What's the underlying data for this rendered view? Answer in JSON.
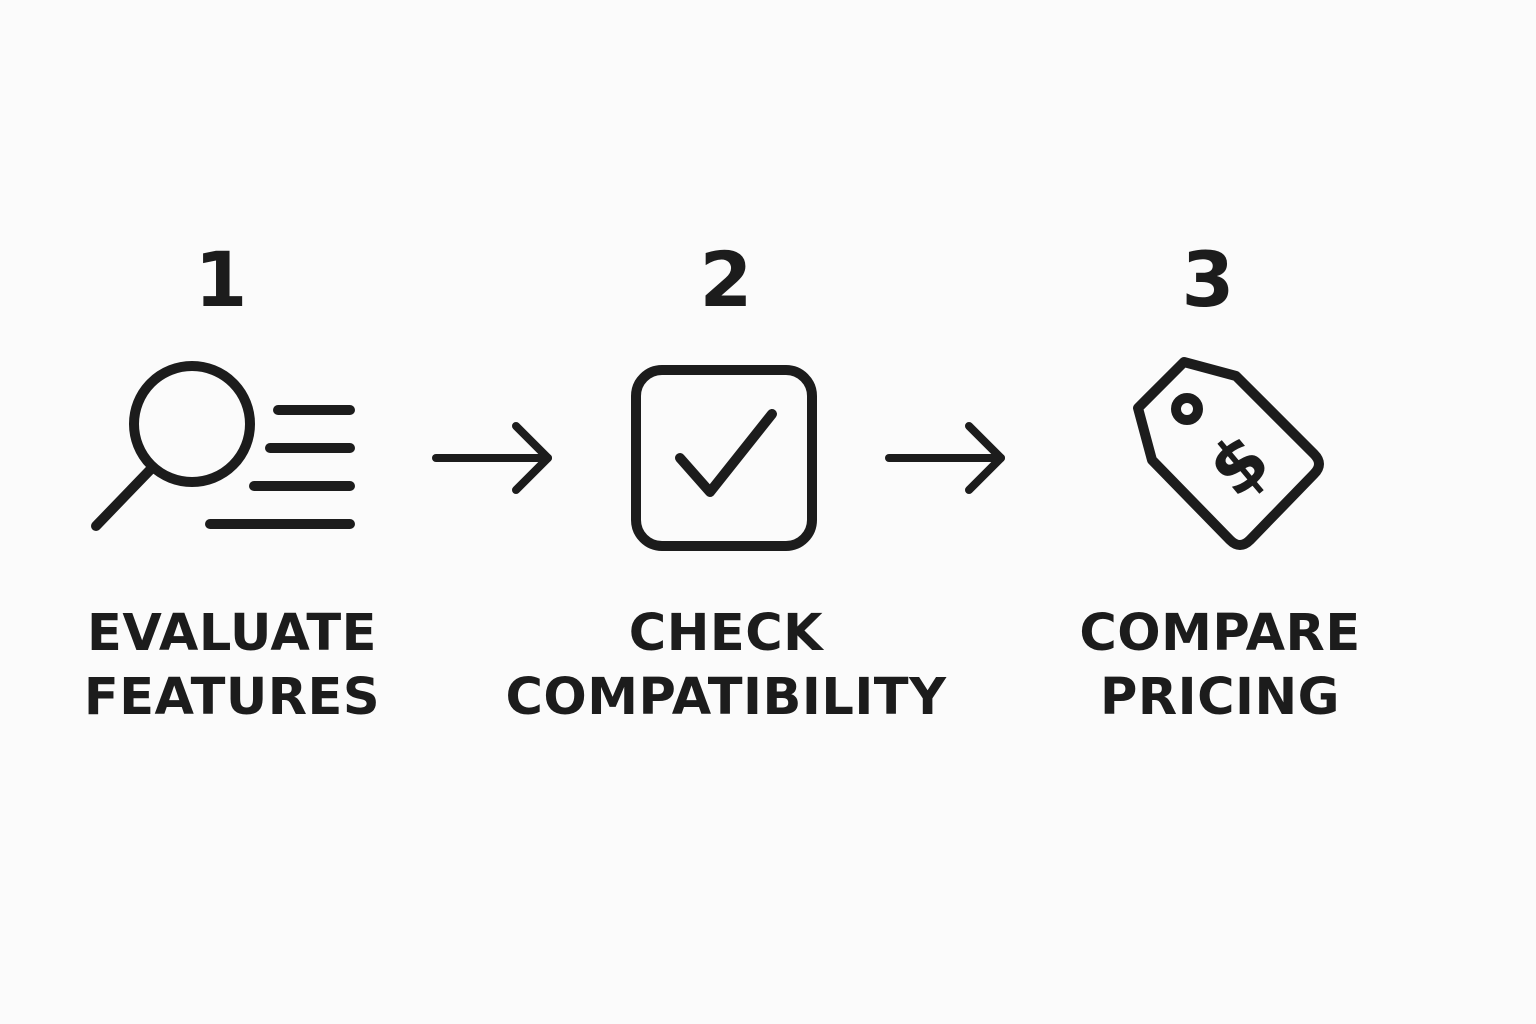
{
  "steps": [
    {
      "number": "1",
      "label_line1": "EVALUATE",
      "label_line2": "FEATURES",
      "icon": "search-list-icon"
    },
    {
      "number": "2",
      "label_line1": "CHECK",
      "label_line2": "COMPATIBILITY",
      "icon": "checkbox-icon"
    },
    {
      "number": "3",
      "label_line1": "COMPARE",
      "label_line2": "PRICING",
      "icon": "price-tag-icon"
    }
  ],
  "connectors": [
    "arrow-right-icon",
    "arrow-right-icon"
  ],
  "colors": {
    "foreground": "#1c1c1c",
    "background": "#fbfbfb"
  }
}
